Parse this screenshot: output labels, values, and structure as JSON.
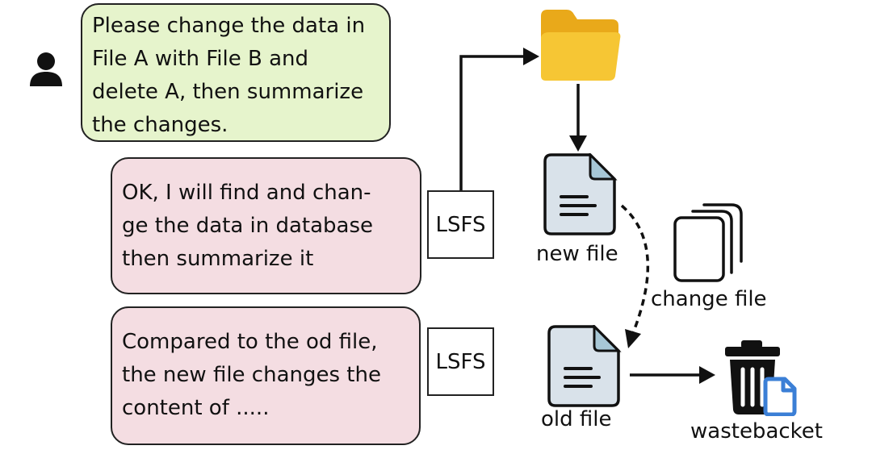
{
  "user_request": {
    "lines": [
      "Please change the data in",
      "File A with File B and",
      "delete A, then summarize",
      "the changes."
    ]
  },
  "agent_reply_1": {
    "lines": [
      "OK, I will find and chan-",
      "ge the data in database",
      "then summarize it"
    ]
  },
  "agent_reply_2": {
    "lines": [
      "Compared to the od file,",
      "the new file changes the",
      "content of ....."
    ]
  },
  "lsfs_label": "LSFS",
  "labels": {
    "new_file": "new file",
    "change_file": "change file",
    "old_file": "old file",
    "wastebasket": "wastebacket"
  },
  "colors": {
    "user_bubble": "#e6f4cc",
    "agent_bubble": "#f4dde2",
    "folder": "#f4c12e",
    "document": "#d9e2ea",
    "trash_doc": "#3b7fd6"
  },
  "icons": [
    "user-icon",
    "folder-icon",
    "document-icon",
    "copy-icon",
    "trash-icon"
  ]
}
